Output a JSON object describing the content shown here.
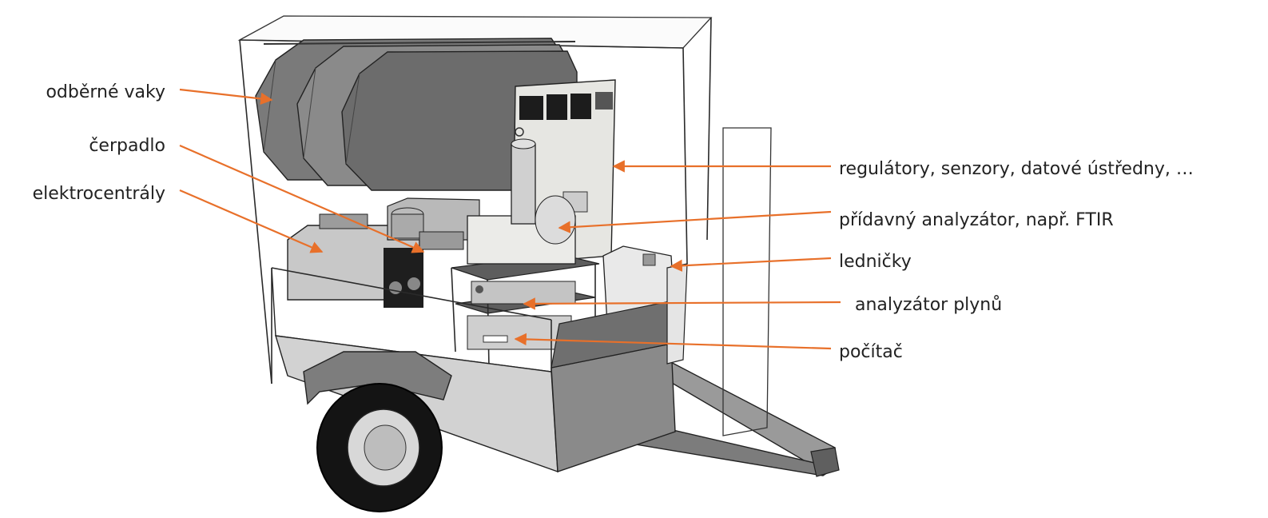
{
  "diagram": {
    "labels": [
      {
        "id": "bags",
        "text": "odběrné vaky"
      },
      {
        "id": "pump",
        "text": "čerpadlo"
      },
      {
        "id": "generators",
        "text": "elektrocentrály"
      },
      {
        "id": "controllers",
        "text": "regulátory, senzory, datové ústředny, …"
      },
      {
        "id": "extra-analyzer",
        "text": "přídavný analyzátor, např. FTIR"
      },
      {
        "id": "fridges",
        "text": "ledničky"
      },
      {
        "id": "gas-analyzer",
        "text": "analyzátor plynů"
      },
      {
        "id": "computer",
        "text": "počítač"
      }
    ],
    "colors": {
      "leader": "#E8702A",
      "text": "#222222",
      "bag": "#6f6f6f",
      "trailer": "#d8d8d8",
      "tire": "#141414"
    }
  }
}
